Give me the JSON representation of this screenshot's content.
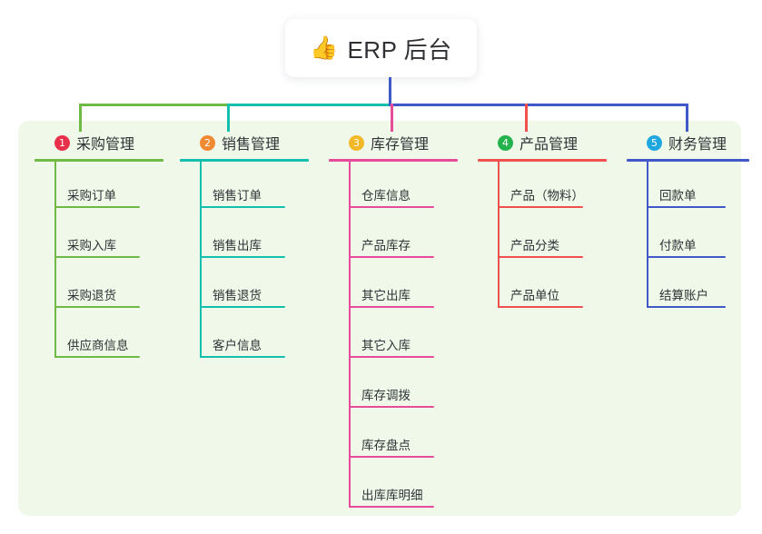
{
  "diagram": {
    "type": "mindmap",
    "root": {
      "icon": "thumbs-up-icon",
      "emoji": "👍",
      "title": "ERP 后台"
    },
    "panel_color": "#f0f8ea",
    "branches": [
      {
        "index": "1",
        "number_glyph": "1",
        "title": "采购管理",
        "badge_color": "#e8304a",
        "line_color": "#6fba44",
        "items": [
          "采购订单",
          "采购入库",
          "采购退货",
          "供应商信息"
        ]
      },
      {
        "index": "2",
        "number_glyph": "2",
        "title": "销售管理",
        "badge_color": "#f08a32",
        "line_color": "#15bfae",
        "items": [
          "销售订单",
          "销售出库",
          "销售退货",
          "客户信息"
        ]
      },
      {
        "index": "3",
        "number_glyph": "3",
        "title": "库存管理",
        "badge_color": "#f2b827",
        "line_color": "#e74c9b",
        "items": [
          "仓库信息",
          "产品库存",
          "其它出库",
          "其它入库",
          "库存调拨",
          "库存盘点",
          "出库库明细"
        ]
      },
      {
        "index": "4",
        "number_glyph": "4",
        "title": "产品管理",
        "badge_color": "#23b24b",
        "line_color": "#f0514f",
        "items": [
          "产品（物料）",
          "产品分类",
          "产品单位"
        ]
      },
      {
        "index": "5",
        "number_glyph": "5",
        "title": "财务管理",
        "badge_color": "#21a7e0",
        "line_color": "#4158c8",
        "items": [
          "回款单",
          "付款单",
          "结算账户"
        ]
      }
    ],
    "trunk_color": "#4158c8"
  }
}
